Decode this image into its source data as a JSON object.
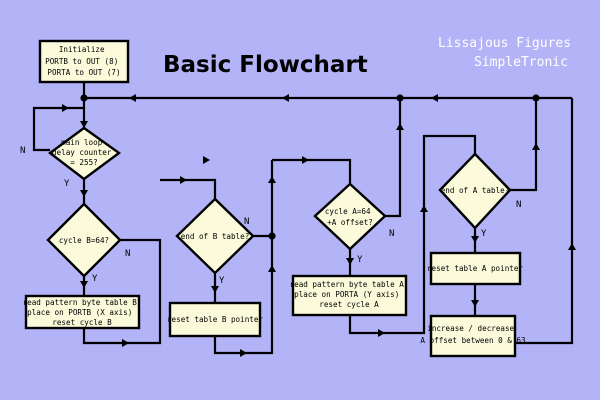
{
  "title": "Basic Flowchart",
  "brand": {
    "line1": "Lissajous Figures",
    "line2": "SimpleTronic"
  },
  "nodes": {
    "init": {
      "lines": [
        "Initialize",
        "PORTB to OUT (8)",
        "PORTA to OUT (7)"
      ]
    },
    "main_loop": {
      "lines": [
        "main loop",
        "delay counter",
        "= 255?"
      ]
    },
    "cycle_b": {
      "lines": [
        "cycle B=64?"
      ]
    },
    "read_b": {
      "lines": [
        "read pattern byte table B",
        "place on PORTB (X axis)",
        "reset cycle B"
      ]
    },
    "end_b": {
      "lines": [
        "end of B table?"
      ]
    },
    "reset_b": {
      "lines": [
        "reset table B pointer"
      ]
    },
    "cycle_a": {
      "lines": [
        "cycle A=64",
        "+A offset?"
      ]
    },
    "read_a": {
      "lines": [
        "read pattern byte table A",
        "place on PORTA (Y axis)",
        "reset cycle A"
      ]
    },
    "end_a": {
      "lines": [
        "end of A table?"
      ]
    },
    "reset_a": {
      "lines": [
        "reset table A pointer"
      ]
    },
    "inc_dec": {
      "lines": [
        "increase / decrease",
        "A offset between 0 & 63"
      ]
    }
  },
  "branch_labels": {
    "main_loop_no": "N",
    "main_loop_yes": "Y",
    "cycle_b_no": "N",
    "cycle_b_yes": "Y",
    "end_b_no": "N",
    "end_b_yes": "Y",
    "cycle_a_no": "N",
    "cycle_a_yes": "Y",
    "end_a_no": "N",
    "end_a_yes": "Y"
  },
  "colors": {
    "background": "#b3b3f7",
    "box_fill": "#fbfbdc",
    "line": "#000000",
    "brand_text": "#ffffff"
  }
}
